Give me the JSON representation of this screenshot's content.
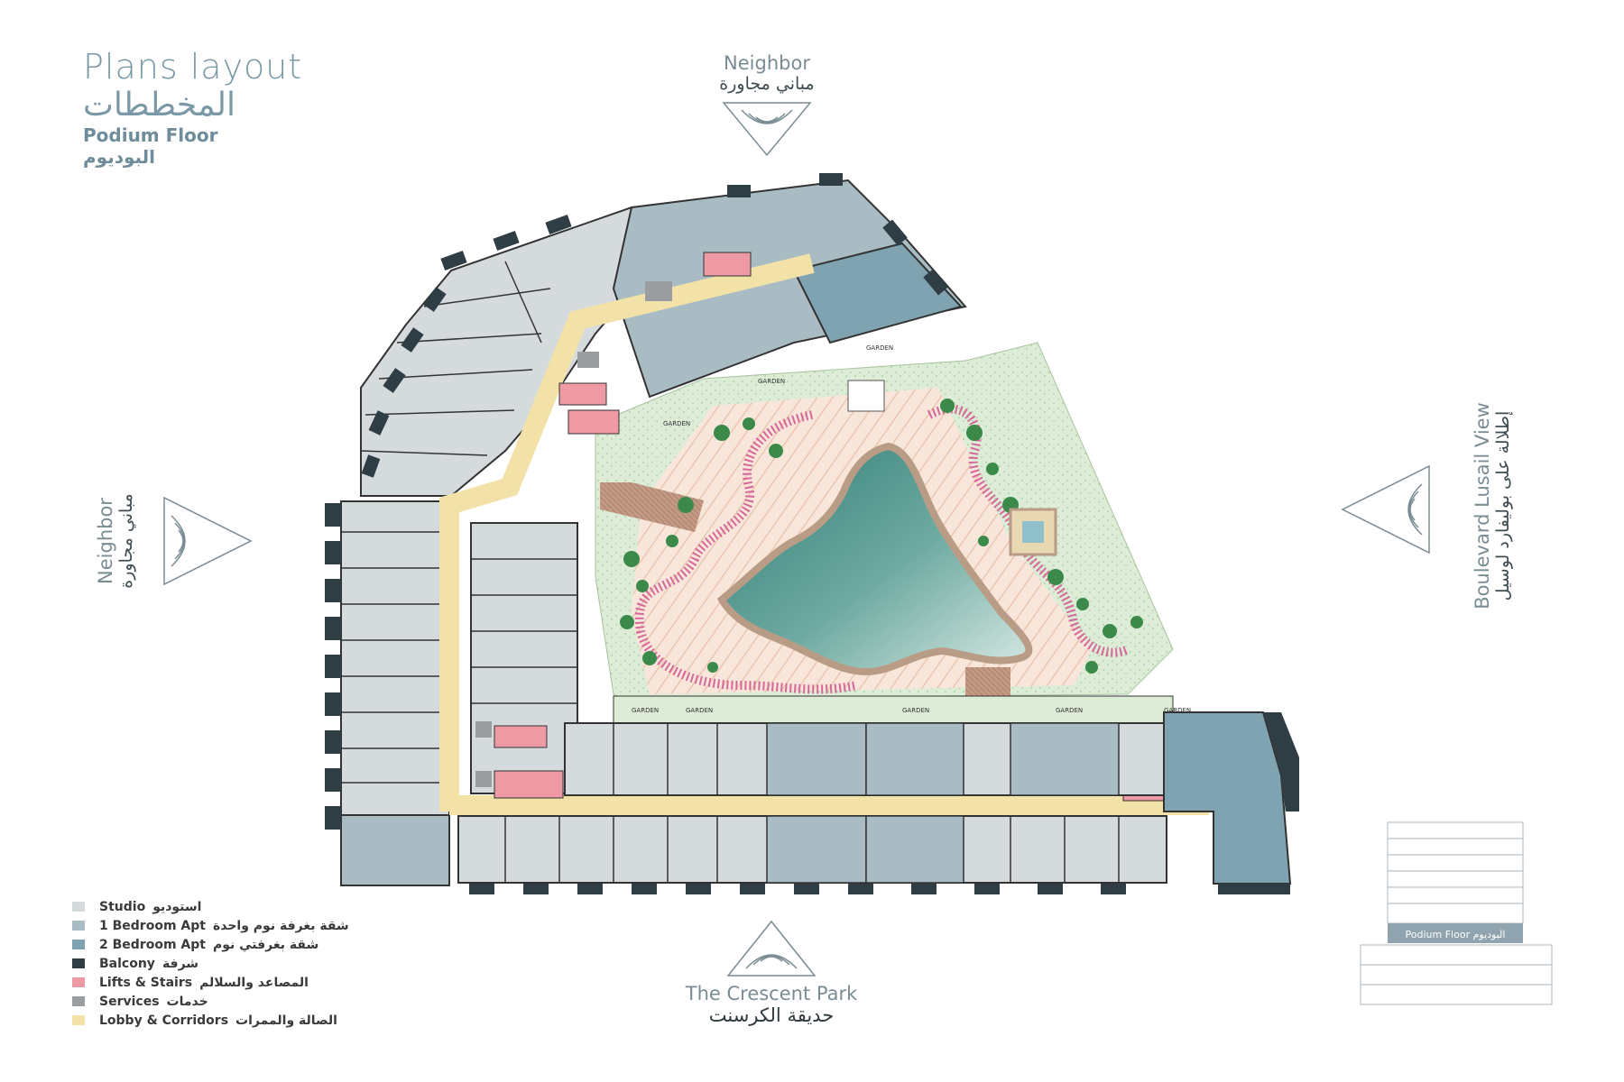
{
  "header": {
    "title_en": "Plans layout",
    "title_ar": "المخططات",
    "floor_en": "Podium Floor",
    "floor_ar": "البوديوم"
  },
  "directions": {
    "north": {
      "en": "Neighbor",
      "ar": "مباني مجاورة"
    },
    "west": {
      "en": "Neighbor",
      "ar": "مباني مجاورة"
    },
    "east": {
      "en": "Boulevard Lusail View",
      "ar": "إطلالة على بوليفارد لوسيل"
    },
    "south": {
      "en": "The Crescent Park",
      "ar": "حديقة الكرسنت"
    }
  },
  "legend": [
    {
      "en": "Studio",
      "ar": "استوديو",
      "color": "#d5dadd"
    },
    {
      "en": "1 Bedroom Apt",
      "ar": "شقة بغرفة نوم واحدة",
      "color": "#a9bcc4"
    },
    {
      "en": "2 Bedroom Apt",
      "ar": "شقة بغرفتي نوم",
      "color": "#7fa3b0"
    },
    {
      "en": "Balcony",
      "ar": "شرفة",
      "color": "#2f3d44"
    },
    {
      "en": "Lifts & Stairs",
      "ar": "المصاعد والسلالم",
      "color": "#ee9aa4"
    },
    {
      "en": "Services",
      "ar": "خدمات",
      "color": "#9a9ea0"
    },
    {
      "en": "Lobby & Corridors",
      "ar": "الصالة والممرات",
      "color": "#f3e2a8"
    }
  ],
  "plan_labels": {
    "garden": "GARDEN"
  },
  "key_plan": {
    "label": "Podium Floor البوديوم"
  }
}
